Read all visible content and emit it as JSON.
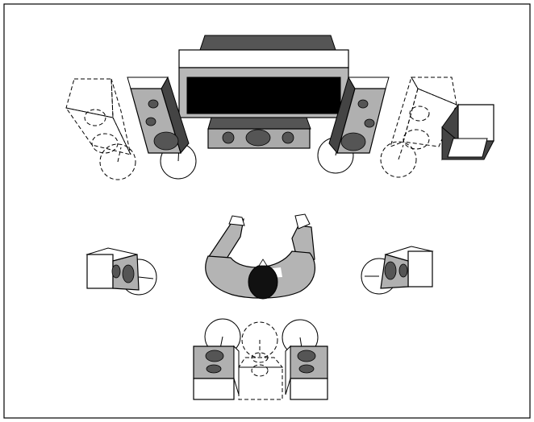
{
  "diagram": {
    "type": "home-theater-speaker-placement",
    "text_labels": [],
    "elements": [
      "tv-screen",
      "center-speaker",
      "front-left-speaker",
      "front-right-speaker",
      "front-left-alt-speaker",
      "front-right-alt-speaker",
      "subwoofer",
      "listener",
      "surround-left-speaker",
      "surround-right-speaker",
      "rear-left-speaker",
      "rear-right-speaker",
      "rear-center-alt-speaker"
    ],
    "colors": {
      "outline": "#000000",
      "light_fill": "#ffffff",
      "mid_gray": "#b4b4b4",
      "speaker_side": "#4a4a4a",
      "driver": "#505050",
      "dark": "#222222",
      "screen": "#000000"
    }
  }
}
